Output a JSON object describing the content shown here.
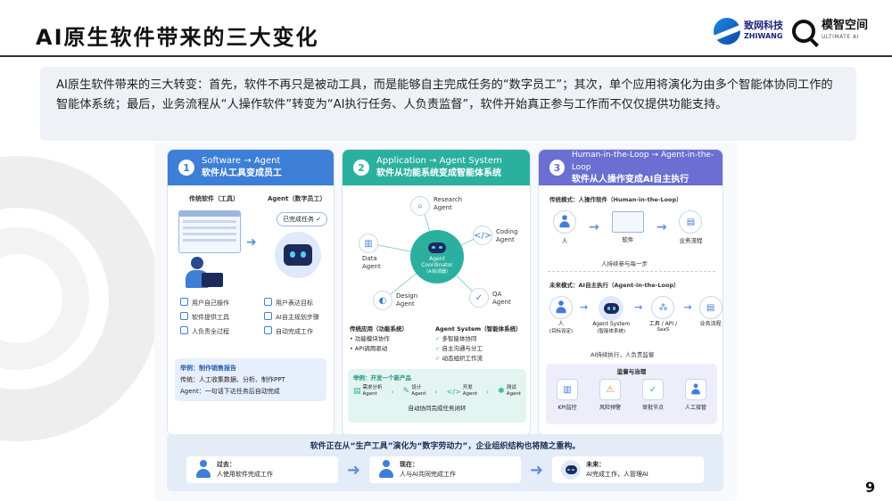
{
  "slide": {
    "title": "AI原生软件带来的三大变化",
    "page_number": "9",
    "logos": {
      "zhiwang_cn": "致网科技",
      "zhiwang_en": "ZHIWANG",
      "mozhi_cn": "模智空间",
      "mozhi_en": "ULTIMATE AI"
    },
    "intro_text": "AI原生软件带来的三大转变：首先，软件不再只是被动工具，而是能够自主完成任务的“数字员工”；其次，单个应用将演化为由多个智能体协同工作的智能体系统；最后，业务流程从“人操作软件”转变为“AI执行任务、人负责监督”，软件开始真正参与工作而不仅仅提供功能支持。"
  },
  "figure": {
    "col1": {
      "num": "1",
      "title_en": "Software → Agent",
      "title_cn": "软件从工具变成员工",
      "left_heading": "传统软件（工具）",
      "right_heading": "Agent（数字员工）",
      "done_badge": "已完成任务 ✓",
      "left_items": [
        "用户自己操作",
        "软件提供工具",
        "人负责全过程"
      ],
      "right_items": [
        "用户表达目标",
        "AI自主规划步骤",
        "自动完成工作"
      ],
      "example_title": "举例：制作销售报告",
      "example_line1": "传统：人工收集数据、分析、制作PPT",
      "example_line2": "Agent：一句话下达任务后自动完成"
    },
    "col2": {
      "num": "2",
      "title_en": "Application → Agent System",
      "title_cn": "软件从功能系统变成智能体系统",
      "hub_line1": "Agent",
      "hub_line2": "Coordinator",
      "hub_line3": "（AI协调器）",
      "nodes": [
        {
          "l1": "Research",
          "l2": "Agent"
        },
        {
          "l1": "Coding",
          "l2": "Agent"
        },
        {
          "l1": "QA",
          "l2": "Agent"
        },
        {
          "l1": "Design",
          "l2": "Agent"
        },
        {
          "l1": "Data",
          "l2": "Agent"
        }
      ],
      "trad_title": "传统应用（功能系统）",
      "trad_items": [
        "功能模块协作",
        "API调用驱动"
      ],
      "sys_title": "Agent System（智能体系统）",
      "sys_items": [
        "多智能体协同",
        "自主沟通与分工",
        "动态组织工作流"
      ],
      "example_title": "举例：开发一个新产品",
      "flow": [
        {
          "l1": "需求分析",
          "l2": "Agent"
        },
        {
          "l1": "设计",
          "l2": "Agent"
        },
        {
          "l1": "开发",
          "l2": "Agent"
        },
        {
          "l1": "测试",
          "l2": "Agent"
        }
      ],
      "flow_caption": "自动协同完成任务闭环"
    },
    "col3": {
      "num": "3",
      "title_en": "Human-in-the-Loop → Agent-in-the-Loop",
      "title_cn": "软件从人操作变成AI自主执行",
      "trad_mode": "传统模式：人操作软件（Human-in-the-Loop）",
      "trad_nodes": [
        "人",
        "软件",
        "业务流程"
      ],
      "trad_caption": "人持续参与每一步",
      "future_mode": "未来模式：AI自主执行（Agent-in-the-Loop）",
      "future_nodes": [
        {
          "l1": "人",
          "l2": "(目标设定)"
        },
        {
          "l1": "Agent System",
          "l2": "(智能体系统)"
        },
        {
          "l1": "工具 / API /",
          "l2": "SaaS"
        },
        {
          "l1": "业务流程",
          "l2": ""
        }
      ],
      "future_caption": "AI持续执行，人负责监督",
      "gov_title": "监督与治理",
      "gov_items": [
        "KPI监控",
        "风险预警",
        "审批节点",
        "人工接管"
      ]
    },
    "bottom": {
      "headline": "软件正在从“生产工具”演化为“数字劳动力”，企业组织结构也将随之重构。",
      "stages": [
        {
          "label": "过去：",
          "text": "人使用软件完成工作"
        },
        {
          "label": "现在：",
          "text": "人与AI共同完成工作"
        },
        {
          "label": "未来：",
          "text": "AI完成工作，人管理AI"
        }
      ]
    }
  }
}
